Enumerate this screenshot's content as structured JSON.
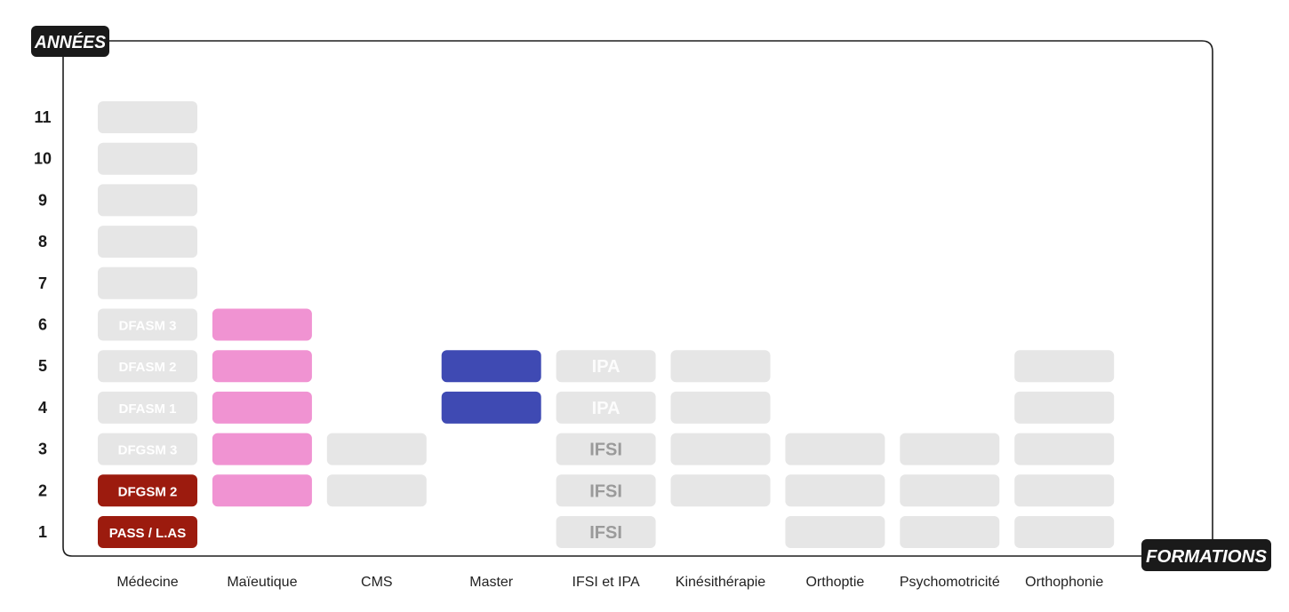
{
  "chart_data": {
    "type": "heatmap",
    "y_axis_label": "ANNÉES",
    "x_axis_label": "FORMATIONS",
    "years": [
      1,
      2,
      3,
      4,
      5,
      6,
      7,
      8,
      9,
      10,
      11
    ],
    "formations": [
      {
        "name": "Médecine",
        "cells": [
          {
            "year": 1,
            "label": "PASS / L.AS",
            "color": "#9c1b0e"
          },
          {
            "year": 2,
            "label": "DFGSM 2",
            "color": "#9c1b0e"
          },
          {
            "year": 3,
            "label": "DFGSM 3",
            "color": "#e6e6e6"
          },
          {
            "year": 4,
            "label": "DFASM 1",
            "color": "#e6e6e6"
          },
          {
            "year": 5,
            "label": "DFASM 2",
            "color": "#e6e6e6"
          },
          {
            "year": 6,
            "label": "DFASM 3",
            "color": "#e6e6e6"
          },
          {
            "year": 7,
            "label": "",
            "color": "#e6e6e6"
          },
          {
            "year": 8,
            "label": "",
            "color": "#e6e6e6"
          },
          {
            "year": 9,
            "label": "",
            "color": "#e6e6e6"
          },
          {
            "year": 10,
            "label": "",
            "color": "#e6e6e6"
          },
          {
            "year": 11,
            "label": "",
            "color": "#e6e6e6"
          }
        ]
      },
      {
        "name": "Maïeutique",
        "cells": [
          {
            "year": 2,
            "label": "",
            "color": "#f093d2"
          },
          {
            "year": 3,
            "label": "",
            "color": "#f093d2"
          },
          {
            "year": 4,
            "label": "",
            "color": "#f093d2"
          },
          {
            "year": 5,
            "label": "",
            "color": "#f093d2"
          },
          {
            "year": 6,
            "label": "",
            "color": "#f093d2"
          }
        ]
      },
      {
        "name": "CMS",
        "cells": [
          {
            "year": 2,
            "label": "",
            "color": "#e6e6e6"
          },
          {
            "year": 3,
            "label": "",
            "color": "#e6e6e6"
          }
        ]
      },
      {
        "name": "Master",
        "cells": [
          {
            "year": 4,
            "label": "",
            "color": "#3f4ab3"
          },
          {
            "year": 5,
            "label": "",
            "color": "#3f4ab3"
          }
        ]
      },
      {
        "name": "IFSI et IPA",
        "cells": [
          {
            "year": 1,
            "label": "IFSI",
            "color": "#e6e6e6"
          },
          {
            "year": 2,
            "label": "IFSI",
            "color": "#e6e6e6"
          },
          {
            "year": 3,
            "label": "IFSI",
            "color": "#e6e6e6"
          },
          {
            "year": 4,
            "label": "IPA",
            "color": "#e6e6e6"
          },
          {
            "year": 5,
            "label": "IPA",
            "color": "#e6e6e6"
          }
        ]
      },
      {
        "name": "Kinésithérapie",
        "cells": [
          {
            "year": 2,
            "label": "",
            "color": "#e6e6e6"
          },
          {
            "year": 3,
            "label": "",
            "color": "#e6e6e6"
          },
          {
            "year": 4,
            "label": "",
            "color": "#e6e6e6"
          },
          {
            "year": 5,
            "label": "",
            "color": "#e6e6e6"
          }
        ]
      },
      {
        "name": "Orthoptie",
        "cells": [
          {
            "year": 1,
            "label": "",
            "color": "#e6e6e6"
          },
          {
            "year": 2,
            "label": "",
            "color": "#e6e6e6"
          },
          {
            "year": 3,
            "label": "",
            "color": "#e6e6e6"
          }
        ]
      },
      {
        "name": "Psychomotricité",
        "cells": [
          {
            "year": 1,
            "label": "",
            "color": "#e6e6e6"
          },
          {
            "year": 2,
            "label": "",
            "color": "#e6e6e6"
          },
          {
            "year": 3,
            "label": "",
            "color": "#e6e6e6"
          }
        ]
      },
      {
        "name": "Orthophonie",
        "cells": [
          {
            "year": 1,
            "label": "",
            "color": "#e6e6e6"
          },
          {
            "year": 2,
            "label": "",
            "color": "#e6e6e6"
          },
          {
            "year": 3,
            "label": "",
            "color": "#e6e6e6"
          },
          {
            "year": 4,
            "label": "",
            "color": "#e6e6e6"
          },
          {
            "year": 5,
            "label": "",
            "color": "#e6e6e6"
          }
        ]
      }
    ]
  }
}
